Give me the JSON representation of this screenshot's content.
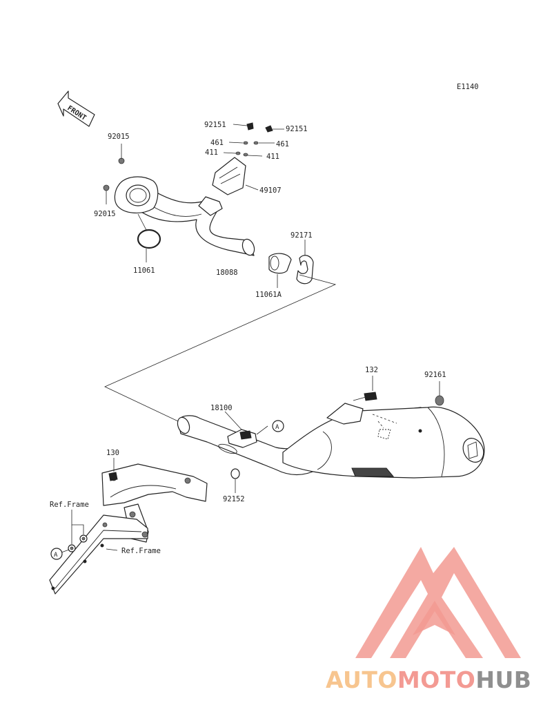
{
  "diagram": {
    "code": "E1140",
    "front_label": "FRONT",
    "parts": [
      {
        "id": "p92015a",
        "label": "92015"
      },
      {
        "id": "p92015b",
        "label": "92015"
      },
      {
        "id": "p11061",
        "label": "11061"
      },
      {
        "id": "p18088",
        "label": "18088"
      },
      {
        "id": "p92151a",
        "label": "92151"
      },
      {
        "id": "p92151b",
        "label": "92151"
      },
      {
        "id": "p461a",
        "label": "461"
      },
      {
        "id": "p461b",
        "label": "461"
      },
      {
        "id": "p411a",
        "label": "411"
      },
      {
        "id": "p411b",
        "label": "411"
      },
      {
        "id": "p49107",
        "label": "49107"
      },
      {
        "id": "p92171",
        "label": "92171"
      },
      {
        "id": "p11061A",
        "label": "11061A"
      },
      {
        "id": "p132",
        "label": "132"
      },
      {
        "id": "p92161",
        "label": "92161"
      },
      {
        "id": "p18100",
        "label": "18100"
      },
      {
        "id": "p130",
        "label": "130"
      },
      {
        "id": "p92152",
        "label": "92152"
      },
      {
        "id": "pRefFrameA",
        "label": "Ref.Frame"
      },
      {
        "id": "pRefFrameB",
        "label": "Ref.Frame"
      }
    ],
    "callout": "A"
  },
  "watermark": {
    "part1": "AUTO",
    "part2": "MOTO",
    "part3": "HUB",
    "color_auto": "#f7c58f",
    "color_moto": "#f39a93",
    "color_hub": "#8f8f8f",
    "logo_color": "#f29a92"
  }
}
